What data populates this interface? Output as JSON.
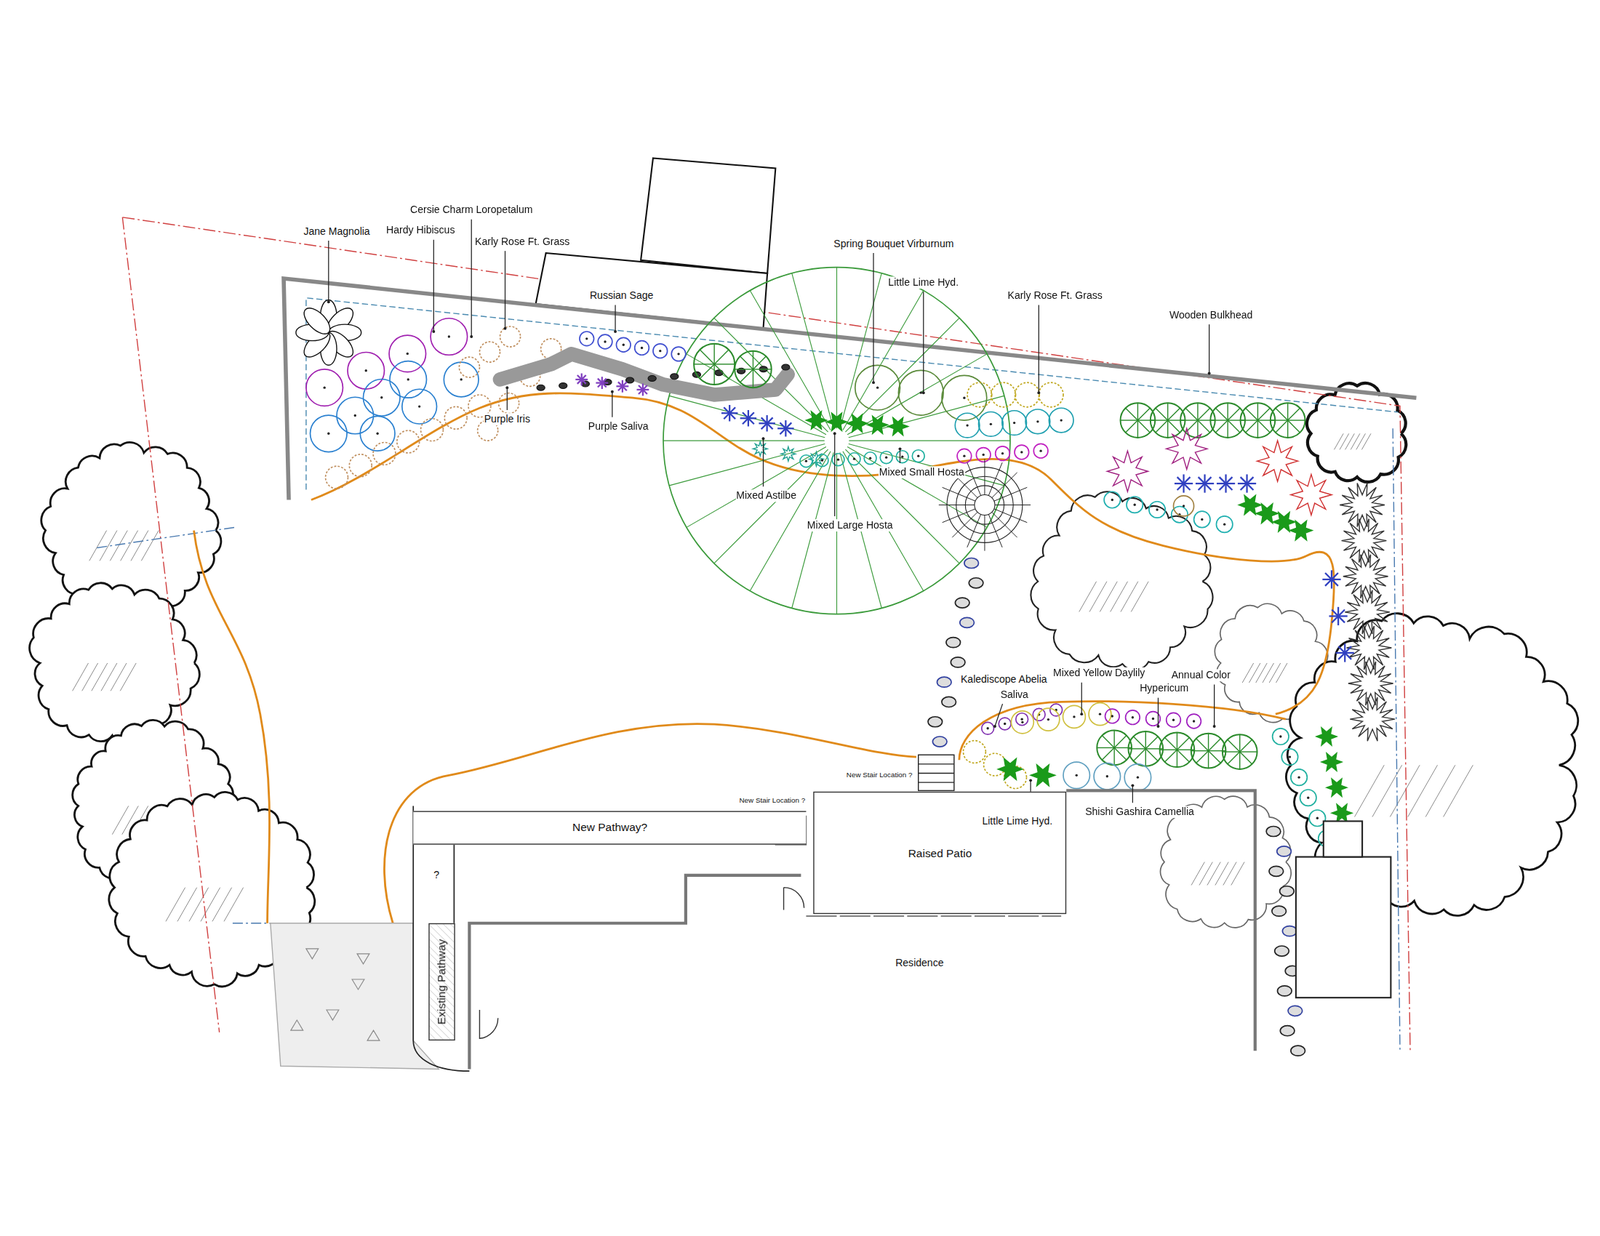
{
  "diagram": {
    "nodes": [
      {
        "text": [
          "Raised Patio"
        ]
      },
      {
        "text": [
          "New Pathway?"
        ]
      },
      {
        "text": [
          "Existing Pathway"
        ]
      }
    ],
    "labels": [
      "Jane Magnolia",
      "Hardy Hibiscus",
      "Cersie Charm Loropetalum",
      "Karly Rose Ft. Grass",
      "Russian Sage",
      "Spring Bouquet Virburnum",
      "Little Lime Hyd.",
      "Karly Rose Ft. Grass",
      "Wooden Bulkhead",
      "Purple Iris",
      "Purple Saliva",
      "Mixed Astilbe",
      "Mixed Large Hosta",
      "Mixed Small Hosta",
      "Kalediscope Abelia",
      "Saliva",
      "Mixed Yellow Daylily",
      "Annual Color",
      "Hypericum",
      "Little Lime Hyd.",
      "Shishi Gashira Camellia",
      "New Stair Location ?",
      "New Stair Location ?",
      "Residence",
      "?"
    ]
  }
}
